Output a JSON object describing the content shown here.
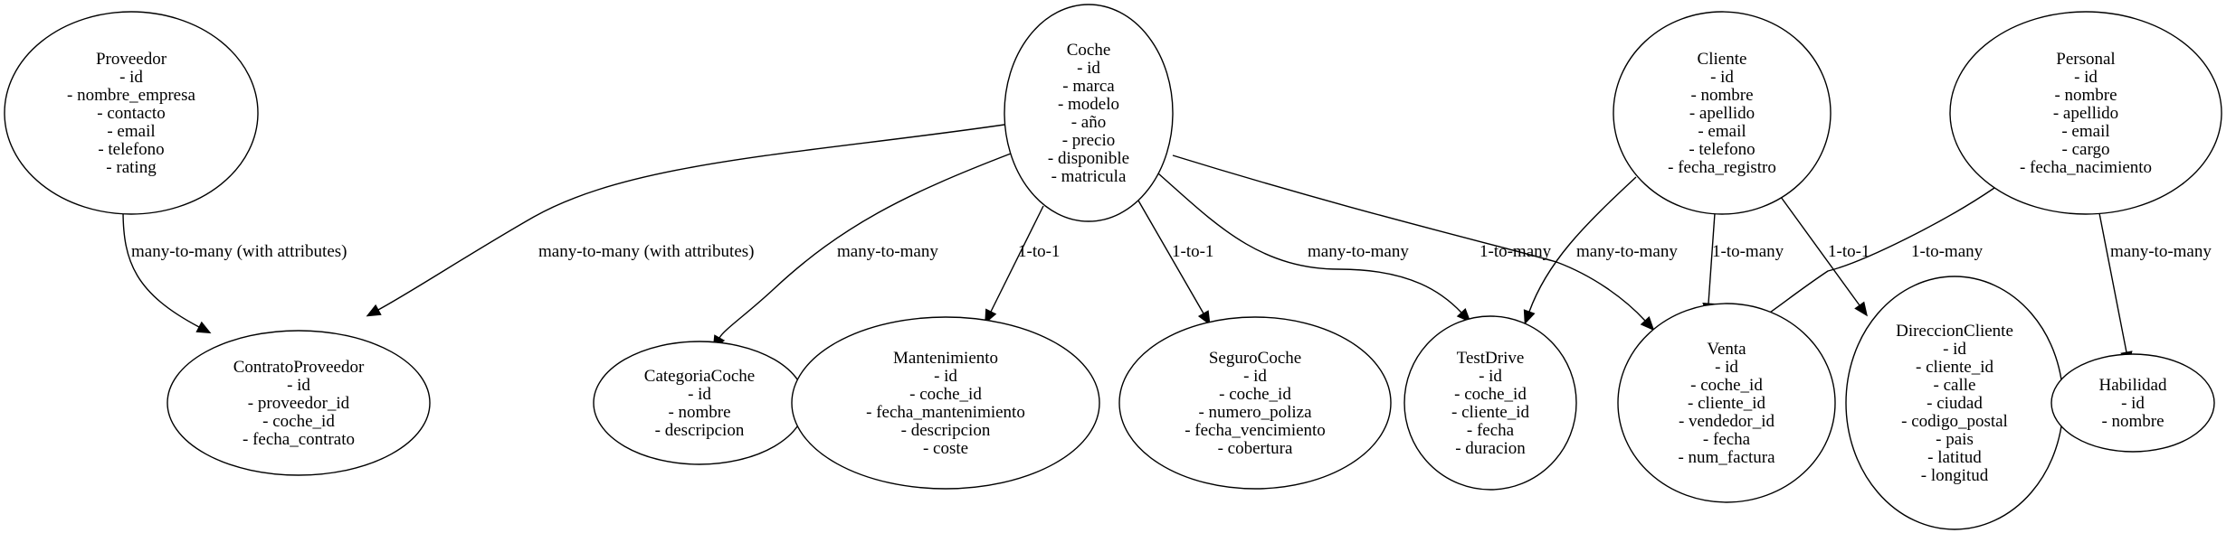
{
  "nodes": [
    {
      "id": "proveedor",
      "lines": [
        "Proveedor",
        "- id",
        "- nombre_empresa",
        "- contacto",
        "- email",
        "- telefono",
        "- rating"
      ]
    },
    {
      "id": "coche",
      "lines": [
        "Coche",
        "- id",
        "- marca",
        "- modelo",
        "- año",
        "- precio",
        "- disponible",
        "- matricula"
      ]
    },
    {
      "id": "cliente",
      "lines": [
        "Cliente",
        "- id",
        "- nombre",
        "- apellido",
        "- email",
        "- telefono",
        "- fecha_registro"
      ]
    },
    {
      "id": "personal",
      "lines": [
        "Personal",
        "- id",
        "- nombre",
        "- apellido",
        "- email",
        "- cargo",
        "- fecha_nacimiento"
      ]
    },
    {
      "id": "contratoproveedor",
      "lines": [
        "ContratoProveedor",
        "- id",
        "- proveedor_id",
        "- coche_id",
        "- fecha_contrato"
      ]
    },
    {
      "id": "categoriacoche",
      "lines": [
        "CategoriaCoche",
        "- id",
        "- nombre",
        "- descripcion"
      ]
    },
    {
      "id": "mantenimiento",
      "lines": [
        "Mantenimiento",
        "- id",
        "- coche_id",
        "- fecha_mantenimiento",
        "- descripcion",
        "- coste"
      ]
    },
    {
      "id": "segurocoche",
      "lines": [
        "SeguroCoche",
        "- id",
        "- coche_id",
        "- numero_poliza",
        "- fecha_vencimiento",
        "- cobertura"
      ]
    },
    {
      "id": "testdrive",
      "lines": [
        "TestDrive",
        "- id",
        "- coche_id",
        "- cliente_id",
        "- fecha",
        "- duracion"
      ]
    },
    {
      "id": "venta",
      "lines": [
        "Venta",
        "- id",
        "- coche_id",
        "- cliente_id",
        "- vendedor_id",
        "- fecha",
        "- num_factura"
      ]
    },
    {
      "id": "direccioncliente",
      "lines": [
        "DireccionCliente",
        "- id",
        "- cliente_id",
        "- calle",
        "- ciudad",
        "- codigo_postal",
        "- pais",
        "- latitud",
        "- longitud"
      ]
    },
    {
      "id": "habilidad",
      "lines": [
        "Habilidad",
        "- id",
        "- nombre"
      ]
    }
  ],
  "edges": [
    {
      "id": "proveedor-contratoproveedor",
      "from": "proveedor",
      "to": "contratoproveedor",
      "label": "many-to-many (with attributes)"
    },
    {
      "id": "coche-contratoproveedor",
      "from": "coche",
      "to": "contratoproveedor",
      "label": "many-to-many (with attributes)"
    },
    {
      "id": "coche-categoriacoche",
      "from": "coche",
      "to": "categoriacoche",
      "label": "many-to-many"
    },
    {
      "id": "coche-mantenimiento",
      "from": "coche",
      "to": "mantenimiento",
      "label": "1-to-1"
    },
    {
      "id": "coche-segurocoche",
      "from": "coche",
      "to": "segurocoche",
      "label": "1-to-1"
    },
    {
      "id": "coche-testdrive",
      "from": "coche",
      "to": "testdrive",
      "label": "many-to-many"
    },
    {
      "id": "coche-venta",
      "from": "coche",
      "to": "venta",
      "label": "1-to-many"
    },
    {
      "id": "cliente-testdrive",
      "from": "cliente",
      "to": "testdrive",
      "label": "many-to-many"
    },
    {
      "id": "cliente-venta",
      "from": "cliente",
      "to": "venta",
      "label": "1-to-many"
    },
    {
      "id": "cliente-direccioncliente",
      "from": "cliente",
      "to": "direccioncliente",
      "label": "1-to-1"
    },
    {
      "id": "personal-venta",
      "from": "personal",
      "to": "venta",
      "label": "1-to-many"
    },
    {
      "id": "personal-habilidad",
      "from": "personal",
      "to": "habilidad",
      "label": "many-to-many"
    }
  ]
}
